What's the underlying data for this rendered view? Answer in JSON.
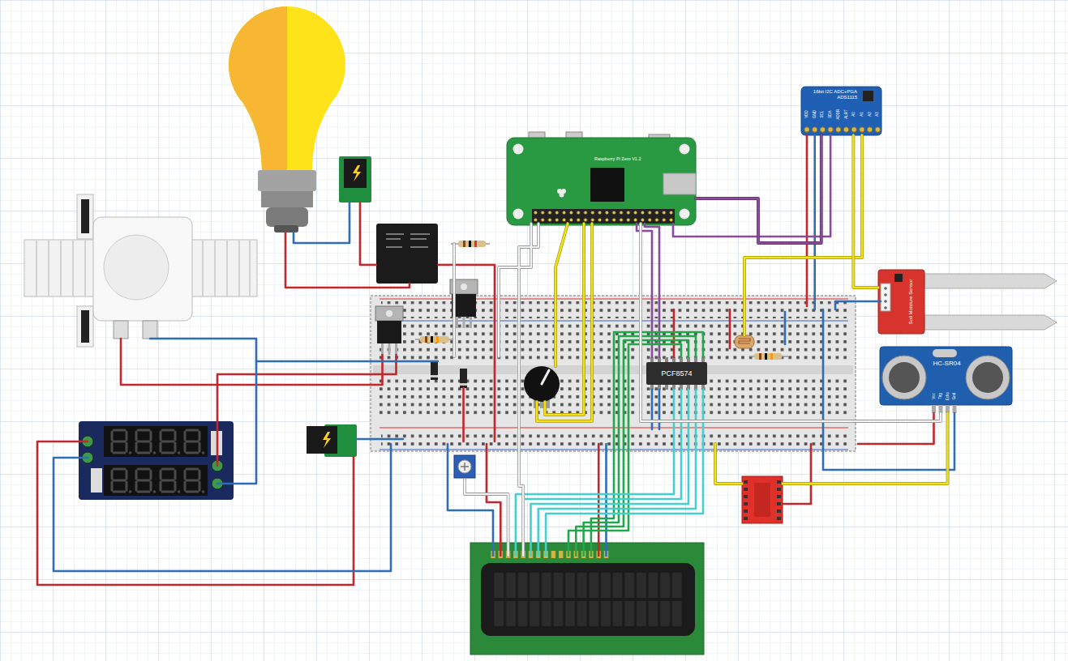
{
  "diagram": {
    "nodes": [
      {
        "text": [
          "16bit I2C ADC+PGA ADS1115"
        ]
      },
      {
        "text": [
          "Raspberry Pi Zero V1.2"
        ]
      },
      {
        "text": [
          "Soil Moisture Sensor"
        ]
      },
      {
        "text": [
          "PCF8574"
        ]
      },
      {
        "text": [
          "HC-SR04"
        ]
      }
    ],
    "edges": [
      {
        "from": 0,
        "to": 1,
        "arrow": "none"
      },
      {
        "from": 0,
        "to": 2,
        "arrow": "none"
      }
    ],
    "labels": [
      "VDD",
      "GND",
      "SCL",
      "SDA",
      "ADDR",
      "ALRT",
      "A0",
      "A1",
      "A2",
      "A3",
      "Vcc",
      "Trig",
      "Echo",
      "Gnd"
    ]
  }
}
